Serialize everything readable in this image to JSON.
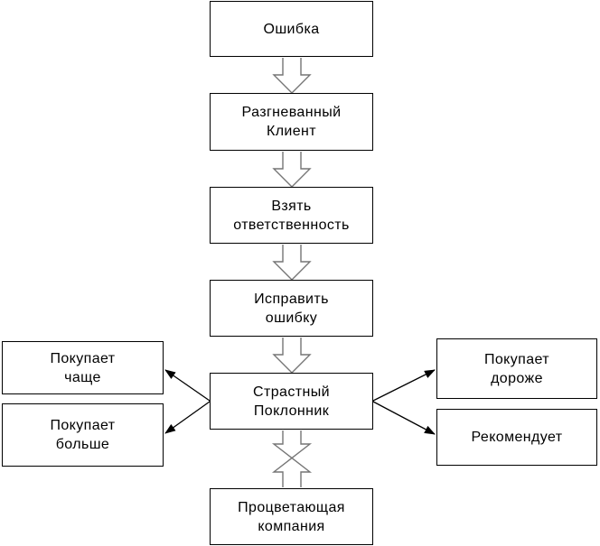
{
  "diagram": {
    "nodes": [
      {
        "id": "error",
        "label": "Ошибка"
      },
      {
        "id": "angry-client",
        "label": "Разгневанный\nКлиент"
      },
      {
        "id": "take-responsibility",
        "label": "Взять\nответственность"
      },
      {
        "id": "fix-error",
        "label": "Исправить\nошибку"
      },
      {
        "id": "raving-fan",
        "label": "Страстный\nПоклонник"
      },
      {
        "id": "thriving-company",
        "label": "Процветающая\nкомпания"
      },
      {
        "id": "buys-more-often",
        "label": "Покупает\nчаще"
      },
      {
        "id": "buys-more",
        "label": "Покупает\nбольше"
      },
      {
        "id": "buys-dearer",
        "label": "Покупает\nдороже"
      },
      {
        "id": "recommends",
        "label": "Рекомендует"
      }
    ],
    "edges": [
      {
        "from": "error",
        "to": "angry-client",
        "style": "block-arrow-down"
      },
      {
        "from": "angry-client",
        "to": "take-responsibility",
        "style": "block-arrow-down"
      },
      {
        "from": "take-responsibility",
        "to": "fix-error",
        "style": "block-arrow-down"
      },
      {
        "from": "fix-error",
        "to": "raving-fan",
        "style": "block-arrow-down"
      },
      {
        "from": "raving-fan",
        "to": "thriving-company",
        "style": "block-arrow-crossed"
      },
      {
        "from": "raving-fan",
        "to": "buys-more-often",
        "style": "line-arrow"
      },
      {
        "from": "raving-fan",
        "to": "buys-more",
        "style": "line-arrow"
      },
      {
        "from": "raving-fan",
        "to": "buys-dearer",
        "style": "line-arrow"
      },
      {
        "from": "raving-fan",
        "to": "recommends",
        "style": "line-arrow"
      }
    ],
    "colors": {
      "background": "#ffffff",
      "box_border": "#000000",
      "box_fill": "#ffffff",
      "text": "#000000",
      "block_arrow_outline": "#757575",
      "line_arrow": "#000000"
    }
  }
}
